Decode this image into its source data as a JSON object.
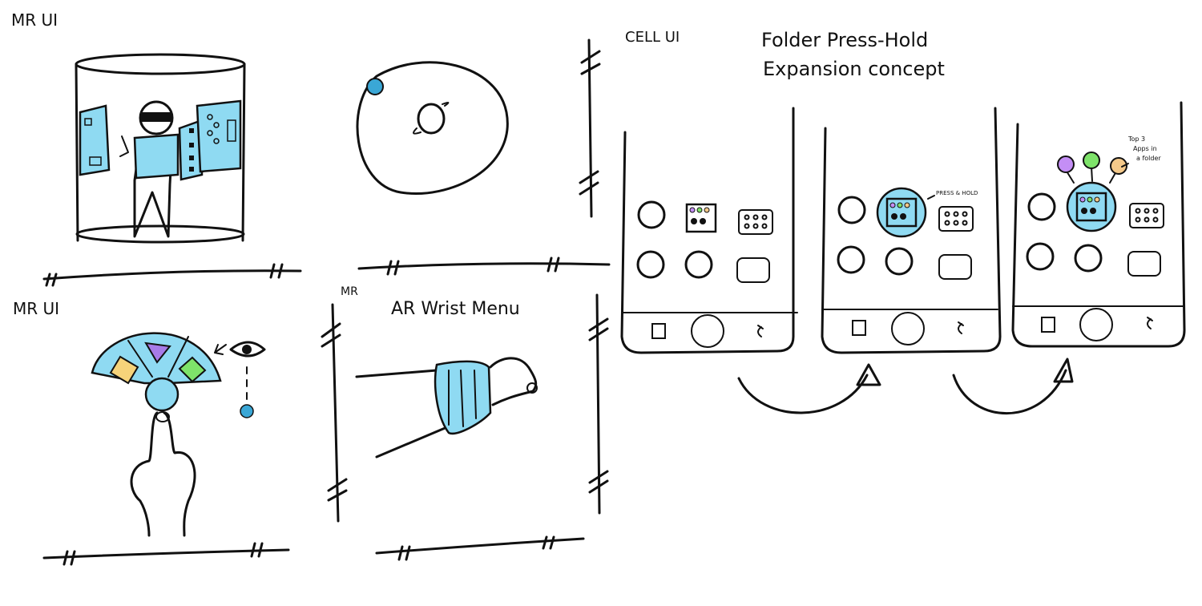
{
  "labels": {
    "mr_ui_top": "MR UI",
    "mr_ui_bottom": "MR UI",
    "mr_small": "MR",
    "ar_wrist_menu": "AR Wrist Menu",
    "cell_ui": "CELL UI",
    "folder_title_line1": "Folder Press-Hold",
    "folder_title_line2": "Expansion concept",
    "press_hold": "PRESS & HOLD",
    "top3_line1": "Top 3",
    "top3_line2": "Apps in",
    "top3_line3": "a folder"
  },
  "colors": {
    "ink": "#111111",
    "ui_blue": "#8fdaf2",
    "dot_blue": "#3aa7d6",
    "purple": "#c48ef5",
    "green": "#7ee36a",
    "orange": "#f4c98a",
    "yellow": "#f6d37a",
    "violet": "#a77be8"
  }
}
